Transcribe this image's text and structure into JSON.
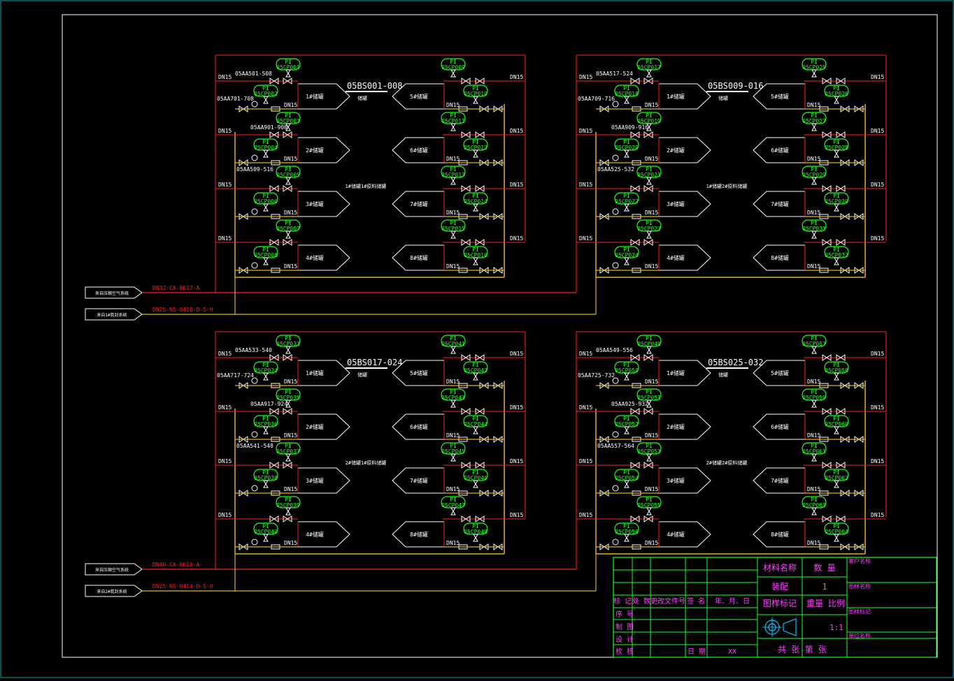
{
  "colors": {
    "background": "#000000",
    "frame": "#ffffff",
    "red_pipe": "#ff2020",
    "yellow_pipe": "#e0b030",
    "green": "#20ff20",
    "magenta": "#ff40ff",
    "text": "#ffffff",
    "cyan": "#00c8ff",
    "blue": "#2040ff"
  },
  "drawing": {
    "panels": [
      {
        "id": "tl",
        "group_label": "05BS001-008",
        "group_sub": "储罐",
        "center_label": "1#储罐1#原料储罐",
        "valve_ranges": [
          "05AA501-508",
          "05AA701-708",
          "05AA901-908",
          "05AA509-516"
        ],
        "tanks_left": [
          "1#储罐",
          "2#储罐",
          "3#储罐",
          "4#储罐"
        ],
        "tanks_right": [
          "5#储罐",
          "6#储罐",
          "7#储罐",
          "8#储罐"
        ],
        "gauges_left": [
          "05CP001",
          "05CP002",
          "05CP003",
          "05CP004",
          "05CP005",
          "05CP006",
          "05CP007",
          "05CP008"
        ],
        "gauges_right": [
          "05CP009",
          "05CP010",
          "05CP011",
          "05CP012",
          "05CP013",
          "05CP014",
          "05CP015",
          "05CP016"
        ]
      },
      {
        "id": "tr",
        "group_label": "05BS009-016",
        "group_sub": "储罐",
        "center_label": "1#储罐2#原料储罐",
        "valve_ranges": [
          "05AA517-524",
          "05AA709-716",
          "05AA909-916",
          "05AA525-532"
        ],
        "tanks_left": [
          "1#储罐",
          "2#储罐",
          "3#储罐",
          "4#储罐"
        ],
        "tanks_right": [
          "5#储罐",
          "6#储罐",
          "7#储罐",
          "8#储罐"
        ],
        "gauges_left": [
          "05CP017",
          "05CP018",
          "05CP019",
          "05CP020",
          "05CP021",
          "05CP022",
          "05CP023",
          "05CP024"
        ],
        "gauges_right": [
          "05CP025",
          "05CP026",
          "05CP027",
          "05CP028",
          "05CP029",
          "05CP030",
          "05CP031",
          "05CP032"
        ]
      },
      {
        "id": "bl",
        "group_label": "05BS017-024",
        "group_sub": "储罐",
        "center_label": "2#储罐1#原料储罐",
        "valve_ranges": [
          "05AA533-540",
          "05AA717-724",
          "05AA917-924",
          "05AA541-548"
        ],
        "tanks_left": [
          "1#储罐",
          "2#储罐",
          "3#储罐",
          "4#储罐"
        ],
        "tanks_right": [
          "5#储罐",
          "6#储罐",
          "7#储罐",
          "8#储罐"
        ],
        "gauges_left": [
          "05CP033",
          "05CP034",
          "05CP035",
          "05CP036",
          "05CP037",
          "05CP038",
          "05CP039",
          "05CP040"
        ],
        "gauges_right": [
          "05CP041",
          "05CP042",
          "05CP043",
          "05CP044",
          "05CP045",
          "05CP046",
          "05CP047",
          "05CP048"
        ]
      },
      {
        "id": "br",
        "group_label": "05BS025-032",
        "group_sub": "储罐",
        "center_label": "2#储罐2#原料储罐",
        "valve_ranges": [
          "05AA549-556",
          "05AA725-732",
          "05AA925-932",
          "05AA557-564"
        ],
        "tanks_left": [
          "1#储罐",
          "2#储罐",
          "3#储罐",
          "4#储罐"
        ],
        "tanks_right": [
          "5#储罐",
          "6#储罐",
          "7#储罐",
          "8#储罐"
        ],
        "gauges_left": [
          "05CP049",
          "05CP050",
          "05CP051",
          "05CP052",
          "05CP053",
          "05CP054",
          "05CP055",
          "05CP056"
        ],
        "gauges_right": [
          "05CP057",
          "05CP058",
          "05CP059",
          "05CP060",
          "05CP061",
          "05CP062",
          "05CP063",
          "05CP064"
        ]
      }
    ],
    "pi_label": "PI",
    "dn_label": "DN15",
    "inlets": [
      {
        "tag": "来自压缩空气系统",
        "line": "DN32-CA-0617-A"
      },
      {
        "tag": "来自1#氮封系统",
        "line": "DN25-NS-0416-D-S-H"
      },
      {
        "tag": "来自压缩空气系统",
        "line": "DN40-CA-0619-A"
      },
      {
        "tag": "来自2#氮封系统",
        "line": "DN25-NS-0414-D-S-H"
      }
    ]
  },
  "title_block": {
    "material_name": "材料名称",
    "quantity": "数 量",
    "assembly": "装配",
    "quantity_value": "1",
    "customer_name": "客户名称",
    "drawing_name": "图样名称",
    "drawing_mark_right": "图样标记",
    "unit_name": "单位名称",
    "rev_headers": [
      "标 记",
      "处 数",
      "更改文件号",
      "签 名",
      "年、月、日"
    ],
    "drawing_mark": "图样标记",
    "weight": "重量",
    "scale": "比例",
    "scale_value": "1:1",
    "row_labels": [
      "序 号",
      "制 图",
      "设 计",
      "校 核"
    ],
    "date_label": "日 期",
    "date_value": "XX",
    "sheet_text": "共 张 第 张"
  }
}
